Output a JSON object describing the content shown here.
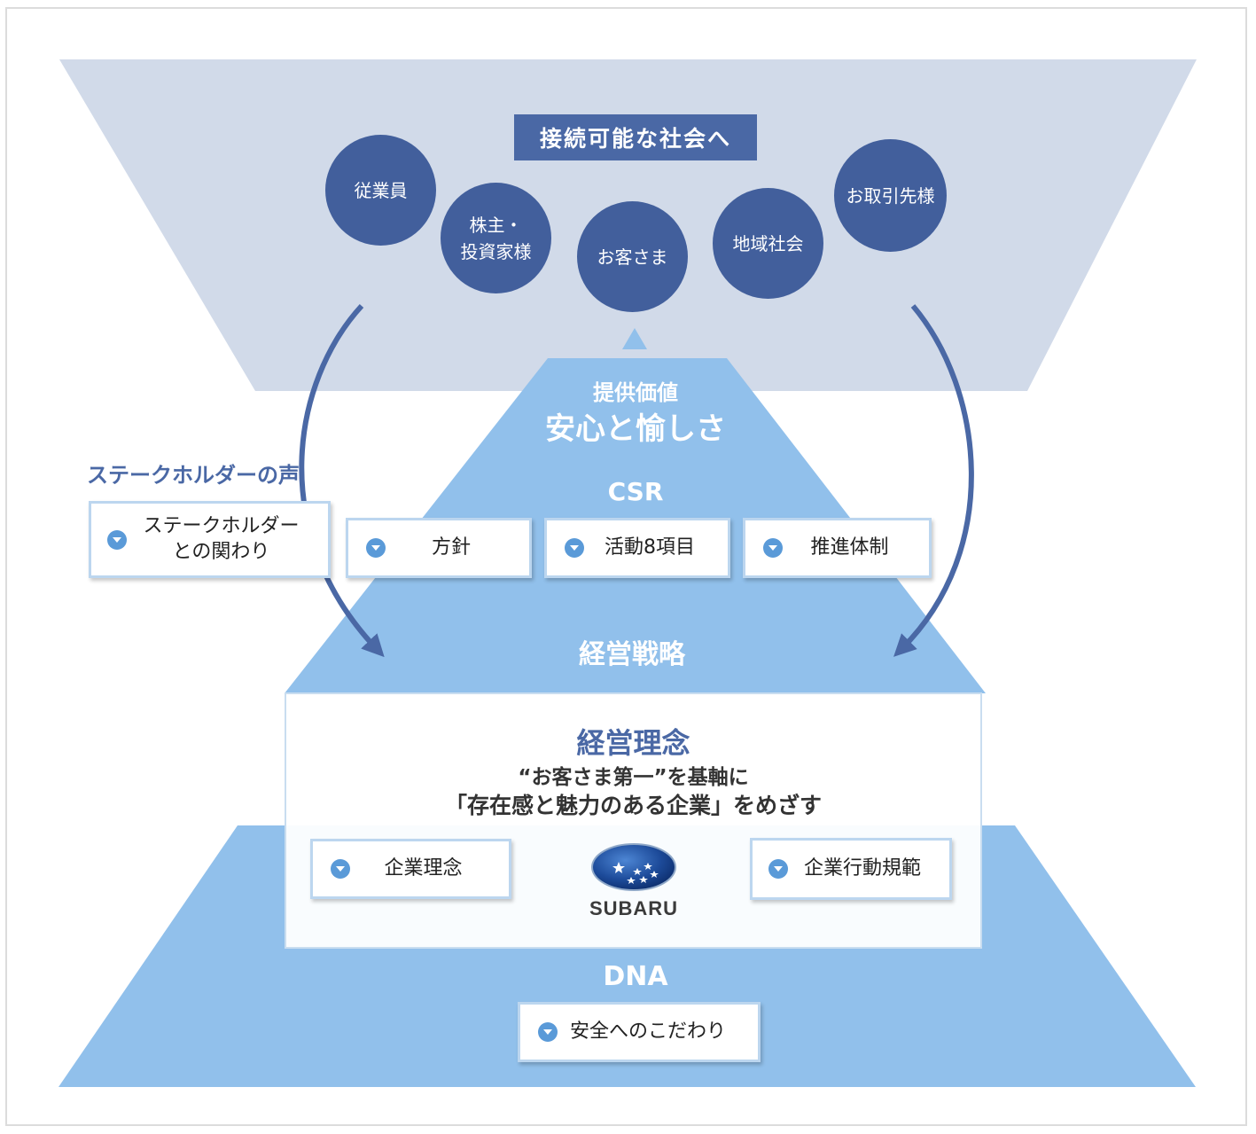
{
  "goal": {
    "label": "接続可能な社会へ"
  },
  "stakeholders": [
    "従業員",
    "株主・\n投資家様",
    "お客さま",
    "地域社会",
    "お取引先様"
  ],
  "value": {
    "title": "提供価値",
    "main": "安心と愉しさ"
  },
  "csr": {
    "title": "CSR",
    "links": [
      "方針",
      "活動8項目",
      "推進体制"
    ]
  },
  "voice": {
    "title": "ステークホルダーの声",
    "link": "ステークホルダー\nとの関わり"
  },
  "strategy": {
    "title": "経営戦略"
  },
  "philosophy": {
    "title": "経営理念",
    "line1": "“お客さま第一”を基軸に",
    "line2": "「存在感と魅力のある企業」をめざす",
    "links": [
      "企業理念",
      "企業行動規範"
    ],
    "logo_text": "SUBARU"
  },
  "dna": {
    "title": "DNA",
    "link": "安全へのこだわり"
  },
  "colors": {
    "top_band": "#d1dae9",
    "pyramid": "#91c0eb",
    "circle": "#425f9c",
    "arrow": "#4a68a5",
    "icon": "#5a9ad8"
  }
}
